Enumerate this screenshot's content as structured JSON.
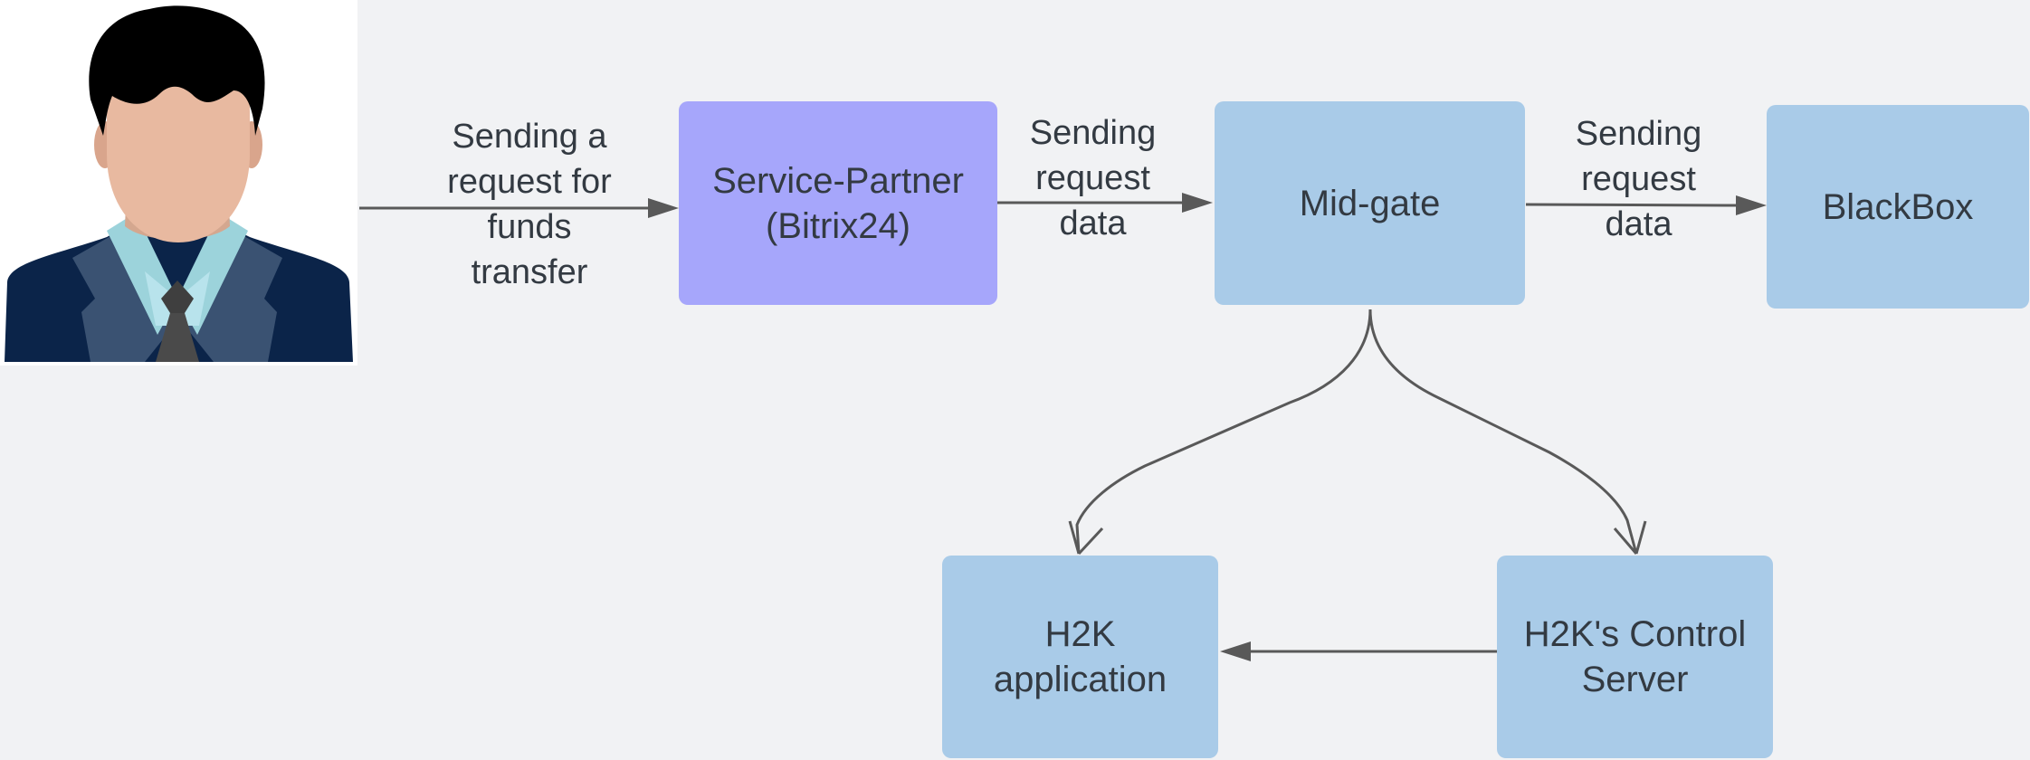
{
  "colors": {
    "background": "#f1f2f4",
    "partner_box": "#a6a6fb",
    "system_box": "#a9cbe8",
    "edge": "#595959",
    "text": "#333a42"
  },
  "icons": [
    "businessman-avatar-icon"
  ],
  "nodes": {
    "service_partner": "Service-Partner\n(Bitrix24)",
    "mid_gate": "Mid-gate",
    "blackbox": "BlackBox",
    "h2k_application": "H2K\napplication",
    "h2k_control_server": "H2K's Control\nServer"
  },
  "edge_labels": {
    "user_to_partner": "Sending a\nrequest for\nfunds\ntransfer",
    "partner_to_midgate": "Sending\nrequest\ndata",
    "midgate_to_blackbox": "Sending\nrequest\ndata"
  }
}
